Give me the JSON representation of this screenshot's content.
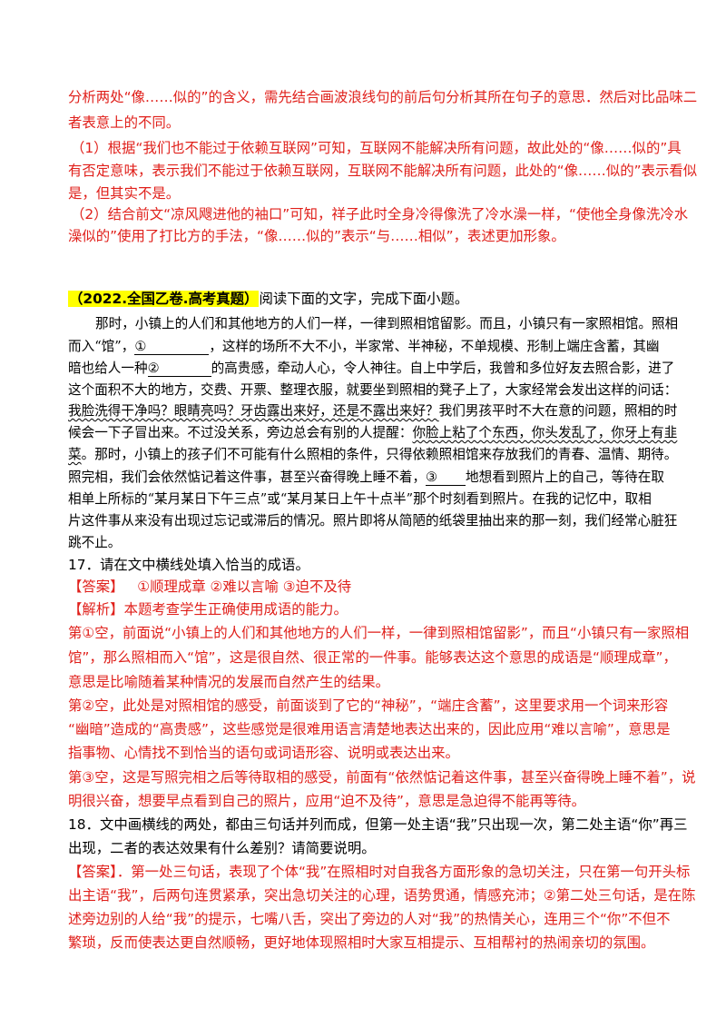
{
  "top_analysis": [
    "分析两处“像……似的”的含义，需先结合画波浪线句的前后句分析其所在句子的意思．然后对比品味二",
    "者表意上的不同。",
    "（1）根据“我们也不能过于依赖互联网”可知，互联网不能解决所有问题，故此处的“像……似的”具",
    "有否定意味，表示我们不能过于依赖互联网，互联网不能解决所有问题，此处的“像……似的”表示看似",
    "是，但其实不是。",
    "（2）结合前文“凉风飕进他的袖口”可知，祥子此时全身冷得像洗了冷水澡一样，“使他全身像洗冷水",
    "澡似的”使用了打比方的手法，“像……似的”表示“与……相似”，表述更加形象。"
  ],
  "source": {
    "tag": "（2022.全国乙卷.高考真题）",
    "instruction": "阅读下面的文字，完成下面小题。"
  },
  "passage": {
    "l1": "那时，小镇上的人们和其他地方的人们一样，一律到照相馆留影。而且，小镇只有一家照相馆。照相",
    "l2a": "而入“馆”，",
    "b1": "①",
    "l2b": "，这样的场所不大不小，半家常、半神秘，不单规模、形制上端庄含蓄，其幽",
    "l3a": "暗也给人一种",
    "b2": "②",
    "l3b": "的高贵感，牵动人心，令人神往。自上中学后，我曾和多位好友去照合影，进了",
    "l4": "这个面积不大的地方，交费、开票、整理衣服，就要坐到照相的凳子上了，大家经常会发出这样的问话：",
    "l5w": "我脸洗得干净吗？眼睛亮吗？牙齿露出来好，还是不露出来好？",
    "l5b": "我们男孩平时不大在意的问题，照相的时",
    "l6a": "候会一下子冒出来。不过没关系，旁边总会有别的人提醒：",
    "l6w": "你脸上粘了个东西，你头发乱了，你牙上有韭",
    "l7w": "菜",
    "l7b": "。那时，小镇上的孩子们不可能有什么照相的条件，只得依赖照相馆来存放我们的青春、温情、期待。",
    "l8a": "照完相，我们会依然惦记着这件事，甚至兴奋得晚上睡不着，",
    "b3": "③",
    "l8b": "地想看到照片上的自己，等待在取",
    "l9": "相单上所标的“某月某日下午三点”或“某月某日上午十点半”那个时刻看到照片。在我的记忆中，取相",
    "l10": "片这件事从来没有出现过忘记或滞后的情况。照片即将从简陋的纸袋里抽出来的那一刻，我们经常心脏狂",
    "l11": "跳不止。"
  },
  "q17": {
    "question": "17．请在文中横线处填入恰当的成语。",
    "answer_label": "【答案】",
    "answer": "①顺理成章 ②难以言喻 ③迫不及待",
    "analysis_label": "【解析】",
    "analysis": "本题考查学生正确使用成语的能力。",
    "lines": [
      "第①空，前面说“小镇上的人们和其他地方的人们一样，一律到照相馆留影”，而且“小镇只有一家照相",
      "馆”，那么照相而入“馆”，这是很自然、很正常的一件事。能够表达这个意思的成语是“顺理成章”，",
      "意思是比喻随着某种情况的发展而自然产生的结果。",
      "第②空，此处是对照相馆的感受，前面谈到了它的“神秘”，“端庄含蓄”，这里要求用一个词来形容",
      "“幽暗”造成的“高贵感”，这些感觉是很难用语言清楚地表达出来的，因此应用“难以言喻”，意思是",
      "指事物、心情找不到恰当的语句或词语形容、说明或表达出来。",
      "第③空，这是写照完相之后等待取相的感受，前面有“依然惦记着这件事，甚至兴奋得晚上睡不着”，说",
      "明很兴奋，想要早点看到自己的照片，应用“迫不及待”，意思是急迫得不能再等待。"
    ]
  },
  "q18": {
    "q1": "18．文中画横线的两处，都由三句话并列而成，但第一处主语“我”只出现一次，第二处主语“你”再三",
    "q2": "出现，二者的表达效果有什么差别？请简要说明。",
    "answer_label": "【答案】",
    "a1": "．第一处三句话，表现了个体“我”在照相时对自我各方面形象的急切关注，只在第一句开头标",
    "lines": [
      "出主语“我”，后两句连贯紧承，突出急切关注的心理，语势贯通，情感充沛；②第二处三句话，是在陈",
      "述旁边别的人给“我”的提示，七嘴八舌，突出了旁边的人对“我”的热情关心，连用三个“你”不但不",
      "繁琐，反而使表达更自然顺畅，更好地体现照相时大家互相提示、互相帮衬的热闹亲切的氛围。"
    ]
  }
}
